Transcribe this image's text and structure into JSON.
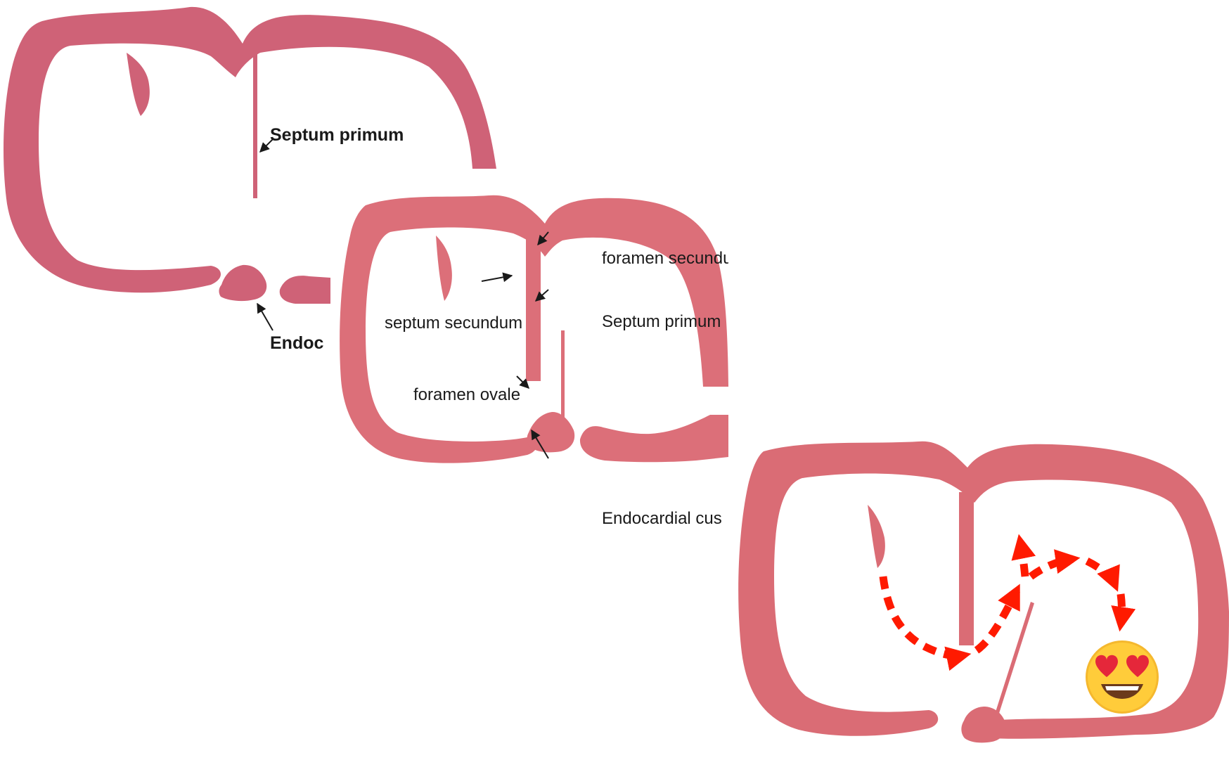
{
  "colors": {
    "wall_panel1": "#cf6277",
    "wall_panel2": "#dc6f79",
    "wall_panel3": "#da6c75",
    "arrow": "#ff1a00",
    "label_text": "#1a1a1a"
  },
  "panel1": {
    "labels": {
      "septum_primum": "Septum primum",
      "endocardial_cushion_partial": "Endoc"
    }
  },
  "panel2": {
    "labels": {
      "foramen_secundum": "foramen secundum",
      "septum_secundum": "septum secundum",
      "septum_primum": "Septum primum",
      "foramen_ovale": "foramen ovale",
      "endocardial_cushion_partial": "Endocardial cus"
    }
  },
  "panel3": {
    "emoji": "😍",
    "emoji_icon": "heart-eyes-emoji-icon"
  }
}
